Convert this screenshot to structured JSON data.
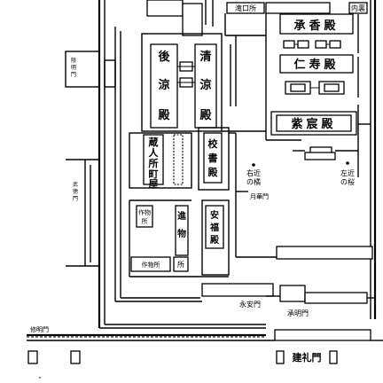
{
  "labels": {
    "gate_takiguchi": "滝口所",
    "gate_top_right": "内裏",
    "shokyoden": "承香殿",
    "jinjuden": "仁寿殿",
    "shishinden": "紫宸殿",
    "seiryoden": "清涼殿",
    "koryoden": "後涼殿",
    "kurodo": "蔵人所町屋",
    "kyoshoden": "校書殿",
    "anpukuden": "安福殿",
    "shinmotsudokoro": "進物所",
    "tsukumodokoro": "作物所",
    "tsukumodokoro2": "作物所",
    "shinmotsudokoro2": "所",
    "ukon_tachibana": "右近の橘",
    "sakon_sakura": "左近の桜",
    "gekkamon": "月華門",
    "inmeimon": "陰明門",
    "bukumon": "武徳門",
    "eiammon": "永安門",
    "shomeimon": "承明門",
    "shukimon": "修明門",
    "kenreimon": "建礼門"
  }
}
